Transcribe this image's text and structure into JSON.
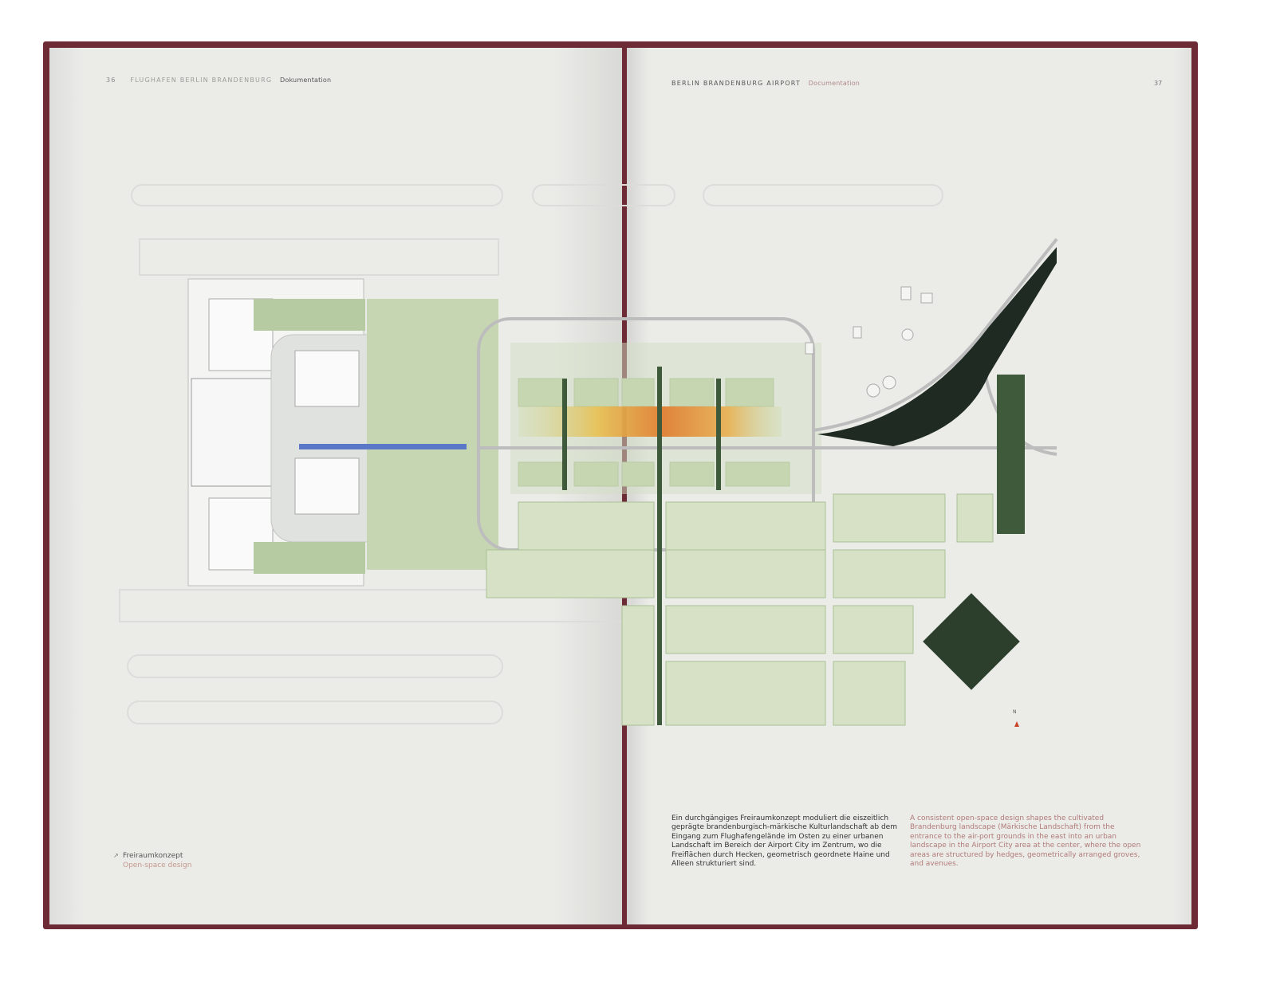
{
  "left_page": {
    "page_number": "36",
    "running_head": "FLUGHAFEN BERLIN BRANDENBURG",
    "section": "Dokumentation",
    "caption": {
      "icon": "arrow-up-right-icon",
      "title_de": "Freiraumkonzept",
      "title_en": "Open-space design"
    }
  },
  "right_page": {
    "page_number": "37",
    "running_head": "BERLIN BRANDENBURG AIRPORT",
    "section": "Documentation",
    "north_label": "N",
    "body_de": "Ein durchgängiges Freiraumkonzept moduliert die eiszeitlich geprägte brandenburgisch-märkische Kulturlandschaft ab dem Eingang zum Flughafengelände im Osten zu einer urbanen Landschaft im Bereich der Airport City im Zentrum, wo die Freiflächen durch Hecken, geometrisch geordnete Haine und Alleen strukturiert sind.",
    "body_en": "A consistent open-space design shapes the cultivated Brandenburg landscape (Märkische Landschaft) from the entrance to the air-port grounds in the east into an urban landscape in the Airport City area at the center, where the open areas are structured by hedges, geometrically arranged groves, and avenues."
  },
  "colors": {
    "cover": "#6d2b35",
    "paper": "#ebebe8",
    "green_light": "#c9d8b4",
    "green_dark": "#3f5a3a",
    "accent_orange": "#e2892f",
    "accent_blue": "#5b78c8"
  }
}
